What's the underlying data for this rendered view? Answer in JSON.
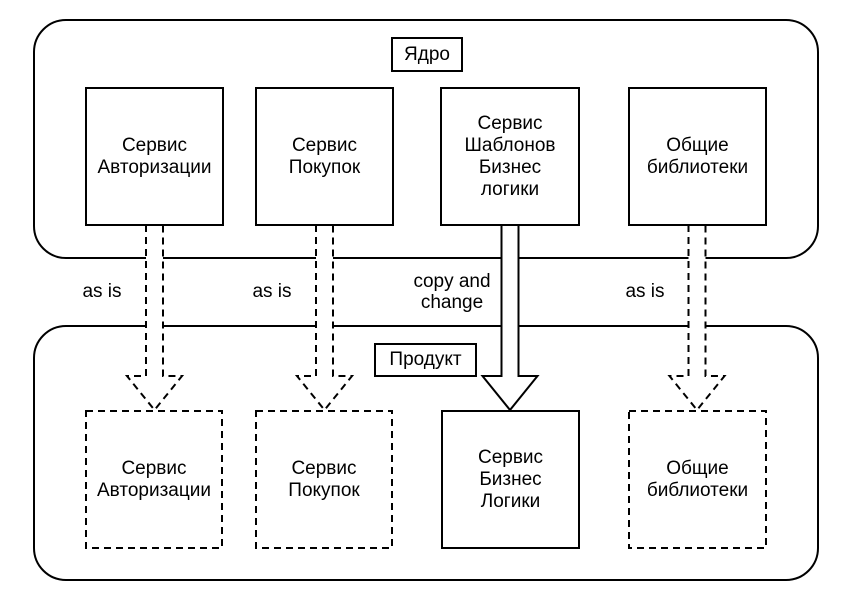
{
  "colors": {
    "stroke": "#000000",
    "background": "#ffffff"
  },
  "core": {
    "label": "Ядро",
    "boxes": [
      {
        "label": "Сервис\nАвторизации",
        "border": "solid"
      },
      {
        "label": "Сервис\nПокупок",
        "border": "solid"
      },
      {
        "label": "Сервис\nШаблонов\nБизнес\nлогики",
        "border": "solid"
      },
      {
        "label": "Общие\nбиблиотеки",
        "border": "solid"
      }
    ]
  },
  "product": {
    "label": "Продукт",
    "boxes": [
      {
        "label": "Сервис\nАвторизации",
        "border": "dashed"
      },
      {
        "label": "Сервис\nПокупок",
        "border": "dashed"
      },
      {
        "label": "Сервис\nБизнес\nЛогики",
        "border": "solid"
      },
      {
        "label": "Общие\nбиблиотеки",
        "border": "dashed"
      }
    ]
  },
  "arrows": [
    {
      "label": "as is",
      "style": "dashed",
      "from": "Сервис Авторизации",
      "to": "Сервис Авторизации"
    },
    {
      "label": "as is",
      "style": "dashed",
      "from": "Сервис Покупок",
      "to": "Сервис Покупок"
    },
    {
      "label": "copy and\nchange",
      "style": "solid",
      "from": "Сервис Шаблонов Бизнес логики",
      "to": "Сервис Бизнес Логики"
    },
    {
      "label": "as is",
      "style": "dashed",
      "from": "Общие библиотеки",
      "to": "Общие библиотеки"
    }
  ]
}
